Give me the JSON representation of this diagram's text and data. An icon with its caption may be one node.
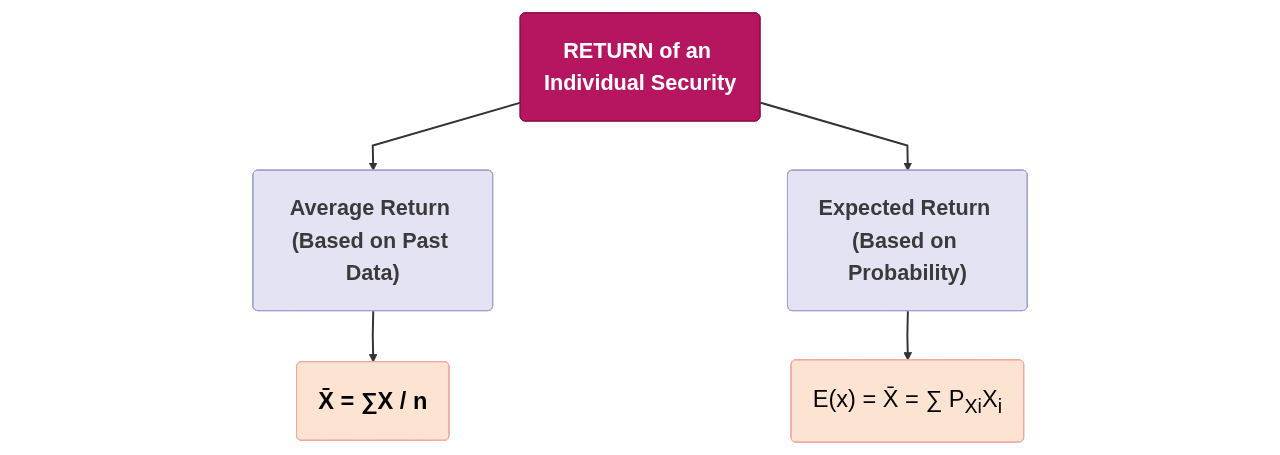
{
  "diagram": {
    "nodes": [
      {
        "text": [
          "RETURN of an Individual Security"
        ]
      },
      {
        "text": [
          "Average Return (Based on Past Data)"
        ]
      },
      {
        "text": [
          "Expected Return (Based on Probability)"
        ]
      },
      {
        "text": [
          "X̄ = ∑X / n"
        ]
      },
      {
        "text": [
          "E(x) = X̄ = ∑ P$_{Xi}$X$_{i}$"
        ]
      }
    ],
    "edges": [
      {
        "from": 0,
        "to": 1,
        "arrow": "to"
      },
      {
        "from": 0,
        "to": 2,
        "arrow": "to"
      },
      {
        "from": 1,
        "to": 3,
        "arrow": "to"
      },
      {
        "from": 2,
        "to": 4,
        "arrow": "to"
      }
    ]
  }
}
